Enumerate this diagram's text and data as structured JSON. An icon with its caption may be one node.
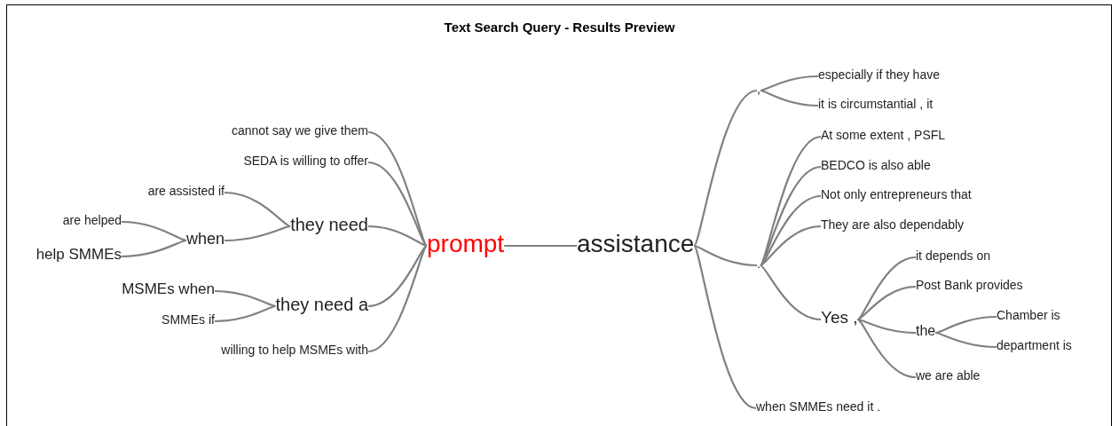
{
  "diagram": {
    "title": "Text Search Query - Results Preview",
    "nodes": [
      {
        "text": [
          "prompt"
        ]
      },
      {
        "text": [
          "cannot say we give them"
        ]
      },
      {
        "text": [
          "SEDA is willing to offer"
        ]
      },
      {
        "text": [
          "they need"
        ]
      },
      {
        "text": [
          "are assisted if"
        ]
      },
      {
        "text": [
          "when"
        ]
      },
      {
        "text": [
          "are helped"
        ]
      },
      {
        "text": [
          "help SMMEs"
        ]
      },
      {
        "text": [
          "they need a"
        ]
      },
      {
        "text": [
          "MSMEs when"
        ]
      },
      {
        "text": [
          "SMMEs if"
        ]
      },
      {
        "text": [
          "willing to help MSMEs with"
        ]
      },
      {
        "text": [
          "assistance"
        ]
      },
      {
        "text": [
          ","
        ]
      },
      {
        "text": [
          "especially if they have"
        ]
      },
      {
        "text": [
          "it is circumstantial , it"
        ]
      },
      {
        "text": [
          "."
        ]
      },
      {
        "text": [
          "At some extent , PSFL"
        ]
      },
      {
        "text": [
          "BEDCO is also able"
        ]
      },
      {
        "text": [
          "Not only entrepreneurs that"
        ]
      },
      {
        "text": [
          "They are also dependably"
        ]
      },
      {
        "text": [
          "Yes ,"
        ]
      },
      {
        "text": [
          "it depends on"
        ]
      },
      {
        "text": [
          "Post Bank provides"
        ]
      },
      {
        "text": [
          "the"
        ]
      },
      {
        "text": [
          "Chamber is"
        ]
      },
      {
        "text": [
          "department is"
        ]
      },
      {
        "text": [
          "we are able"
        ]
      },
      {
        "text": [
          "when SMMEs need it ."
        ]
      }
    ],
    "edges": [
      {
        "from": 0,
        "to": 1,
        "arrow": "none"
      },
      {
        "from": 0,
        "to": 2,
        "arrow": "none"
      },
      {
        "from": 0,
        "to": 3,
        "arrow": "none"
      },
      {
        "from": 3,
        "to": 4,
        "arrow": "none"
      },
      {
        "from": 3,
        "to": 5,
        "arrow": "none"
      },
      {
        "from": 5,
        "to": 6,
        "arrow": "none"
      },
      {
        "from": 5,
        "to": 7,
        "arrow": "none"
      },
      {
        "from": 0,
        "to": 8,
        "arrow": "none"
      },
      {
        "from": 8,
        "to": 9,
        "arrow": "none"
      },
      {
        "from": 8,
        "to": 10,
        "arrow": "none"
      },
      {
        "from": 0,
        "to": 11,
        "arrow": "none"
      },
      {
        "from": 0,
        "to": 12,
        "arrow": "none"
      },
      {
        "from": 12,
        "to": 13,
        "arrow": "none"
      },
      {
        "from": 13,
        "to": 14,
        "arrow": "none"
      },
      {
        "from": 13,
        "to": 15,
        "arrow": "none"
      },
      {
        "from": 12,
        "to": 16,
        "arrow": "none"
      },
      {
        "from": 16,
        "to": 17,
        "arrow": "none"
      },
      {
        "from": 16,
        "to": 18,
        "arrow": "none"
      },
      {
        "from": 16,
        "to": 19,
        "arrow": "none"
      },
      {
        "from": 16,
        "to": 20,
        "arrow": "none"
      },
      {
        "from": 16,
        "to": 21,
        "arrow": "none"
      },
      {
        "from": 21,
        "to": 22,
        "arrow": "none"
      },
      {
        "from": 21,
        "to": 23,
        "arrow": "none"
      },
      {
        "from": 21,
        "to": 24,
        "arrow": "none"
      },
      {
        "from": 24,
        "to": 25,
        "arrow": "none"
      },
      {
        "from": 24,
        "to": 26,
        "arrow": "none"
      },
      {
        "from": 21,
        "to": 27,
        "arrow": "none"
      },
      {
        "from": 12,
        "to": 28,
        "arrow": "none"
      }
    ]
  }
}
